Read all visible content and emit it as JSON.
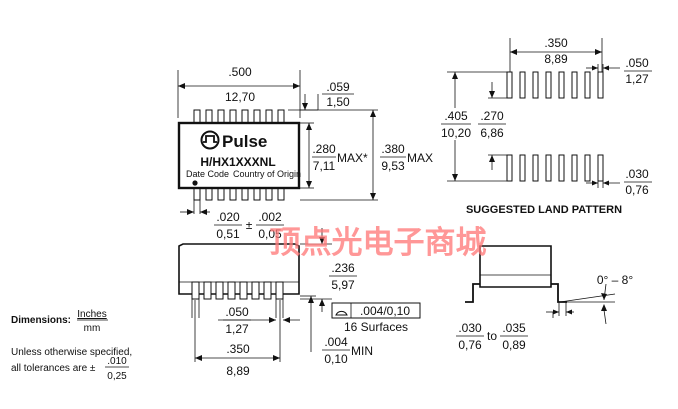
{
  "top_view": {
    "width_in": ".500",
    "width_mm": "12,70",
    "pin_len_in": ".059",
    "pin_len_mm": "1,50",
    "body_width_in": ".280",
    "body_width_mm": "7,11",
    "body_max_label": "MAX*",
    "overall_width_in": ".380",
    "overall_width_mm": "9,53",
    "overall_max_label": "MAX",
    "pin_width_in": ".020",
    "pin_width_mm": "0,51",
    "pin_tol_sign": "±",
    "pin_tol_in": ".002",
    "pin_tol_mm": "0,05"
  },
  "marking": {
    "brand": "Pulse",
    "part_number": "H/HX1XXXNL",
    "date_code": "Date Code",
    "country": "Country of Origin"
  },
  "land_pattern": {
    "pitch_group_in": ".350",
    "pitch_group_mm": "8,89",
    "pad_pitch_in": ".050",
    "pad_pitch_mm": "1,27",
    "row_span_in": ".405",
    "row_span_mm": "10,20",
    "row_gap_in": ".270",
    "row_gap_mm": "6,86",
    "pad_width_in": ".030",
    "pad_width_mm": "0,76",
    "title": "SUGGESTED LAND PATTERN"
  },
  "side_view": {
    "height_in": ".236",
    "height_mm": "5,97",
    "pitch_in": ".050",
    "pitch_mm": "1,27",
    "flatness_value": ".004/0,10",
    "flatness_note": "16 Surfaces",
    "standoff_in": ".004",
    "standoff_mm": "0,10",
    "standoff_label": "MIN",
    "span_in": ".350",
    "span_mm": "8,89"
  },
  "end_view": {
    "angle": "0° – 8°",
    "lead_min_in": ".030",
    "lead_min_mm": "0,76",
    "to_label": "to",
    "lead_max_in": ".035",
    "lead_max_mm": "0,89"
  },
  "notes": {
    "dimensions_label": "Dimensions:",
    "unit_top": "Inches",
    "unit_bottom": "mm",
    "tol_line1": "Unless otherwise specified,",
    "tol_line2": "all tolerances are ±",
    "tol_top": ".010",
    "tol_bottom": "0,25"
  },
  "watermark": "顶点光电子商城"
}
